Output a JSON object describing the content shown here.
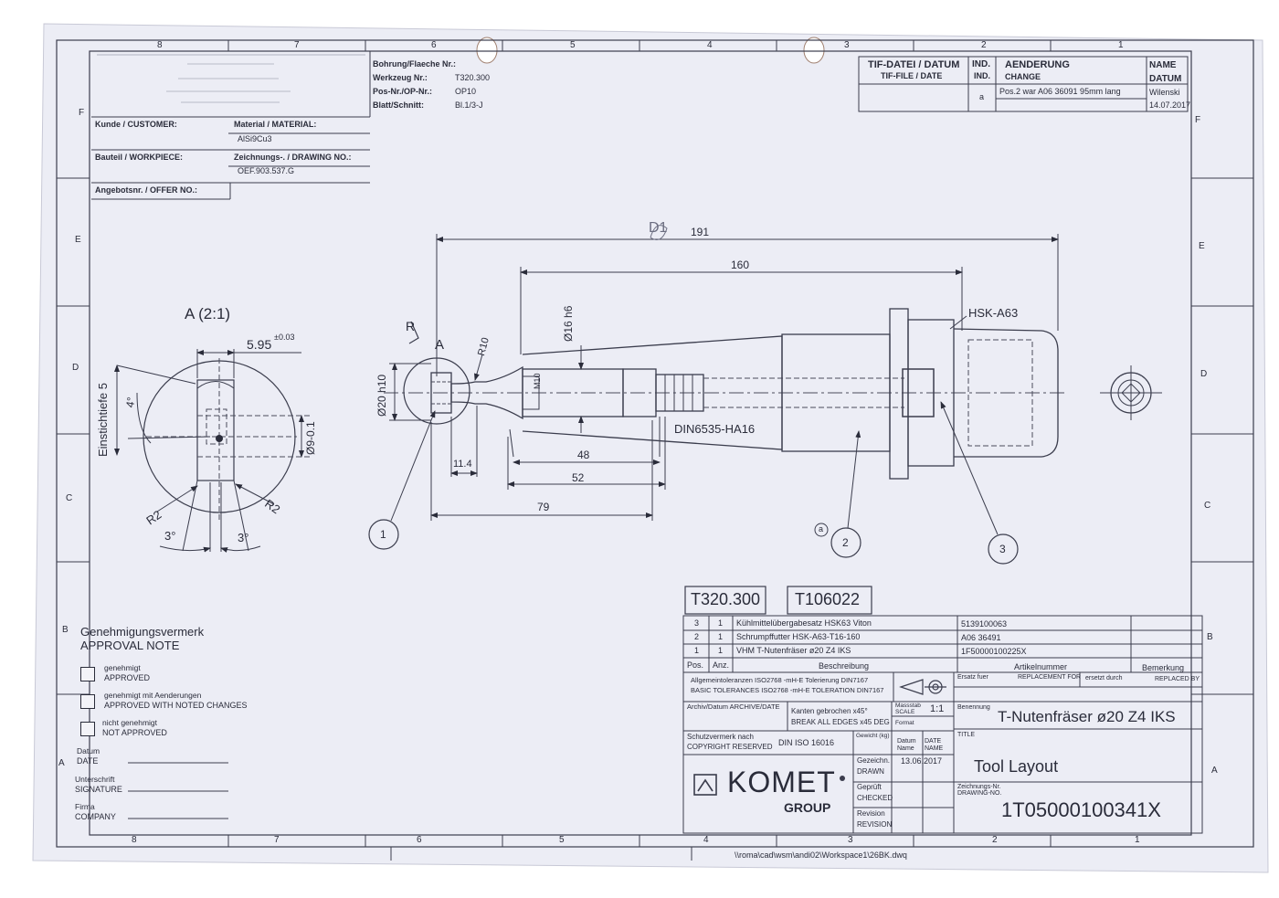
{
  "header_left": {
    "bohrung_label": "Bohrung/Flaeche Nr.:",
    "werkzeug_label": "Werkzeug Nr.:",
    "werkzeug_value": "T320.300",
    "posnr_label": "Pos-Nr./OP-Nr.:",
    "posnr_value": "OP10",
    "blatt_label": "Blatt/Schnitt:",
    "blatt_value": "Bl.1/3-J",
    "kunde_label": "Kunde / CUSTOMER:",
    "material_label": "Material / MATERIAL:",
    "material_value": "AlSi9Cu3",
    "bauteil_label": "Bauteil / WORKPIECE:",
    "zeichnung_label": "Zeichnungs-. / DRAWING NO.:",
    "zeichnung_value": "OEF.903.537.G",
    "angebot_label": "Angebotsnr. / OFFER NO.:"
  },
  "revision_block": {
    "tif_label": "TIF-DATEI / DATUM",
    "tif_label2": "TIF-FILE / DATE",
    "ind_label": "IND.",
    "ind_label2": "IND.",
    "aenderung_label": "AENDERUNG",
    "aenderung_label2": "CHANGE",
    "name_label": "NAME",
    "datum_label": "DATUM",
    "row_ind": "a",
    "row_change": "Pos.2 war A06 36091 95mm lang",
    "row_name": "Wilenski",
    "row_date": "14.07.2017"
  },
  "zones": {
    "top": [
      "8",
      "7",
      "6",
      "5",
      "4",
      "3",
      "2",
      "1"
    ],
    "bottom": [
      "8",
      "7",
      "6",
      "5",
      "4",
      "3",
      "2",
      "1"
    ],
    "left": [
      "F",
      "E",
      "D",
      "C",
      "B",
      "A"
    ],
    "right": [
      "F",
      "E",
      "D",
      "C",
      "B",
      "A"
    ]
  },
  "detail_view": {
    "title": "A (2:1)",
    "dim_width": "5.95",
    "dim_width_tol": "±0.03",
    "depth_label": "Einstichtiefe 5",
    "angle_top": "4°",
    "dia_small": "Ø9-0.1",
    "r2_left": "R2",
    "r2_right": "R2",
    "angle_left": "3°",
    "angle_right": "3°"
  },
  "main_view": {
    "hand_mark": "D1",
    "dim_total": "191",
    "dim_160": "160",
    "dim_48": "48",
    "dim_52": "52",
    "dim_79": "79",
    "dim_11": "11.4",
    "dia_shank": "Ø16 h6",
    "dia_cutter": "Ø20 h10",
    "radius": "R10",
    "detail_ref": "A",
    "hand_r": "R",
    "thread": "M10",
    "din": "DIN6535-HA16",
    "hsk": "HSK-A63",
    "balloon_1": "1",
    "balloon_2": "2",
    "balloon_3": "3",
    "rev_mark": "a"
  },
  "id_boxes": {
    "tool": "T320.300",
    "order": "T106022"
  },
  "parts_list": {
    "rows": [
      {
        "pos": "3",
        "qty": "1",
        "desc": "Kühlmittelübergabesatz HSK63 Viton",
        "article": "5139100063"
      },
      {
        "pos": "2",
        "qty": "1",
        "desc": "Schrumpffutter HSK-A63-T16-160",
        "article": "A06 36491"
      },
      {
        "pos": "1",
        "qty": "1",
        "desc": "VHM T-Nutenfräser ø20 Z4 IKS",
        "article": "1F50000100225X"
      }
    ],
    "head_pos": "Pos.",
    "head_qty": "Anz.",
    "head_desc": "Beschreibung",
    "head_article": "Artikelnummer",
    "head_remark": "Bemerkung"
  },
  "title_block": {
    "tol_de": "Allgemeintoleranzen ISO2768 -mH-E Tolerierung DIN7167",
    "tol_en": "BASIC TOLERANCES ISO2768 -mH-E TOLERATION DIN7167",
    "ersatz_de": "Ersatz fuer",
    "ersatz_en": "REPLACEMENT FOR",
    "ersetzt_de": "ersetzt durch",
    "ersetzt_en": "REPLACED BY",
    "archiv": "Archiv/Datum ARCHIVE/DATE",
    "kanten_de": "Kanten gebrochen x45°",
    "kanten_en": "BREAK ALL EDGES x45 DEG",
    "massstab_de": "Massstab",
    "massstab_en": "SCALE",
    "scale": "1:1",
    "format_label": "Format",
    "benennung": "Benennung",
    "title_label": "TITLE",
    "tool_name": "T-Nutenfräser ø20 Z4 IKS",
    "layout_name": "Tool Layout",
    "schutz_de": "Schutzvermerk nach",
    "schutz_en": "COPYRIGHT RESERVED",
    "din_iso": "DIN ISO 16016",
    "gewicht": "Gewicht (kg)",
    "datum_de": "Datum",
    "datum_en": "DATE",
    "name_de": "Name",
    "name_en": "NAME",
    "gezeichn_de": "Gezeichn.",
    "gezeichn_en": "DRAWN",
    "drawn_date": "13.06.2017",
    "geprueft_de": "Geprüft",
    "geprueft_en": "CHECKED",
    "revision_de": "Revision",
    "revision_en": "REVISION",
    "zeichnr_de": "Zeichnungs-Nr.",
    "zeichnr_en": "DRAWING-NO.",
    "drawing_no": "1T05000100341X",
    "logo_text": "KOMET",
    "logo_group": "GROUP"
  },
  "approval": {
    "title_de": "Genehmigungsvermerk",
    "title_en": "APPROVAL NOTE",
    "opt1_de": "genehmigt",
    "opt1_en": "APPROVED",
    "opt2_de": "genehmigt mit Aenderungen",
    "opt2_en": "APPROVED WITH NOTED CHANGES",
    "opt3_de": "nicht genehmigt",
    "opt3_en": "NOT APPROVED",
    "datum_de": "Datum",
    "datum_en": "DATE",
    "unterschrift_de": "Unterschrift",
    "unterschrift_en": "SIGNATURE",
    "firma_de": "Firma",
    "firma_en": "COMPANY"
  },
  "file_path": "\\\\roma\\cad\\wsm\\andi02\\Workspace1\\26BK.dwq"
}
